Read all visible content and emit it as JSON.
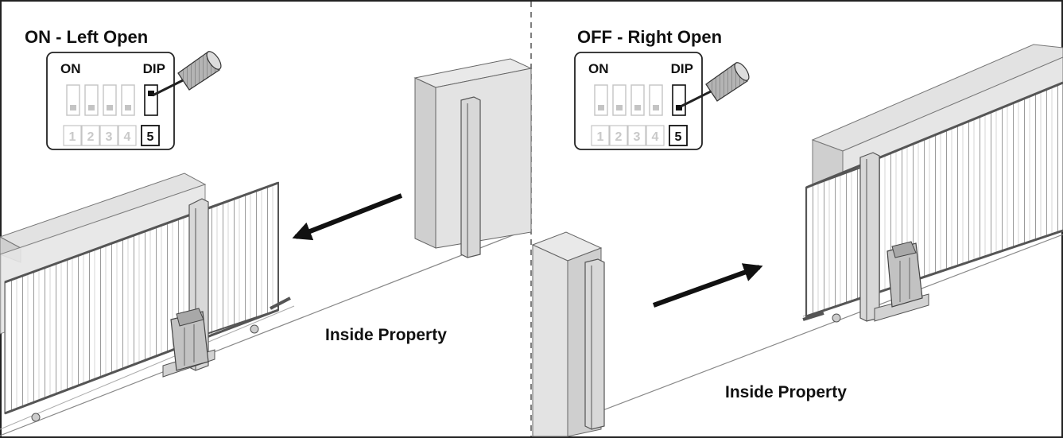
{
  "panels": [
    {
      "title": "ON - Left Open",
      "dip": {
        "on_label": "ON",
        "dip_label": "DIP",
        "switch_numbers": [
          "1",
          "2",
          "3",
          "4",
          "5"
        ],
        "active_switch": "5"
      },
      "arrow_direction": "left",
      "caption": "Inside Property"
    },
    {
      "title": "OFF - Right Open",
      "dip": {
        "on_label": "ON",
        "dip_label": "DIP",
        "switch_numbers": [
          "1",
          "2",
          "3",
          "4",
          "5"
        ],
        "active_switch": "5"
      },
      "arrow_direction": "right",
      "caption": "Inside Property"
    }
  ]
}
